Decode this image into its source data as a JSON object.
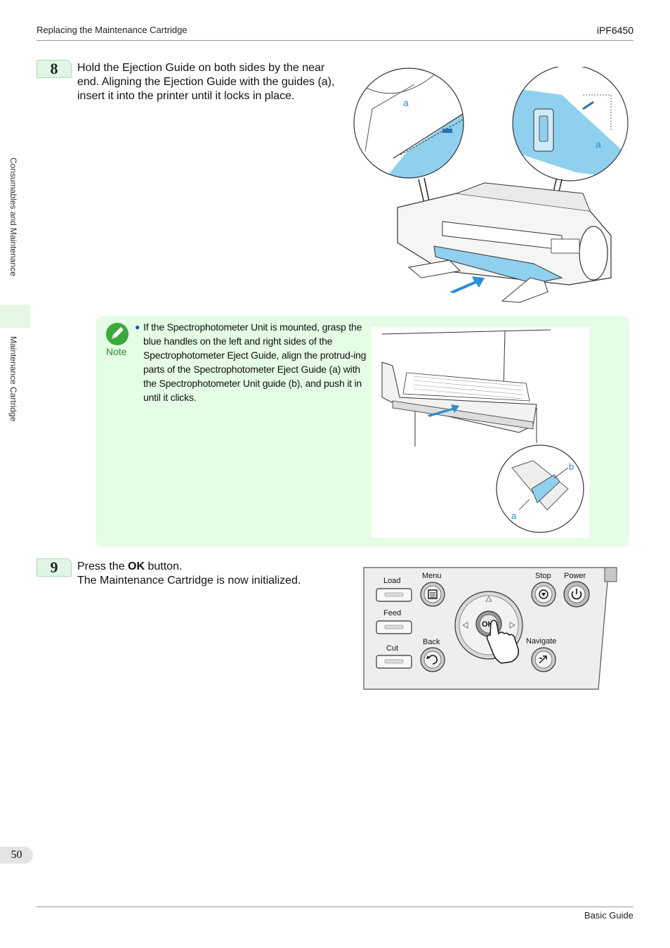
{
  "header": {
    "section": "Replacing the Maintenance Cartridge",
    "model": "iPF6450"
  },
  "sidebar": {
    "chapter": "Consumables and Maintenance",
    "topic": "Maintenance Cartridge"
  },
  "step8": {
    "number": "8",
    "text": "Hold the Ejection Guide on both sides by the near end. Aligning the Ejection Guide with the guides (a), insert it into the printer until it locks in place.",
    "figure_labels": {
      "a_left": "a",
      "a_right": "a"
    }
  },
  "note": {
    "label": "Note",
    "text": "If the Spectrophotometer Unit is mounted, grasp the blue handles on the left and right sides of the Spectrophotometer Eject Guide, align the protrud-ing parts of the Spectrophotometer Eject Guide (a) with the Spectrophotometer Unit guide (b), and push it in until it clicks.",
    "figure_labels": {
      "a": "a",
      "b": "b"
    }
  },
  "step9": {
    "number": "9",
    "text_pre": "Press the ",
    "text_bold": "OK",
    "text_post": " button.",
    "line2": "The Maintenance Cartridge is now initialized.",
    "panel": {
      "load": "Load",
      "feed": "Feed",
      "cut": "Cut",
      "menu": "Menu",
      "back": "Back",
      "stop": "Stop",
      "power": "Power",
      "navigate": "Navigate",
      "ok": "OK"
    }
  },
  "footer": {
    "page": "50",
    "guide": "Basic Guide"
  },
  "colors": {
    "accent_blue": "#8fd0ee",
    "note_bg": "#e4fde4",
    "note_green": "#2d8a2d"
  }
}
